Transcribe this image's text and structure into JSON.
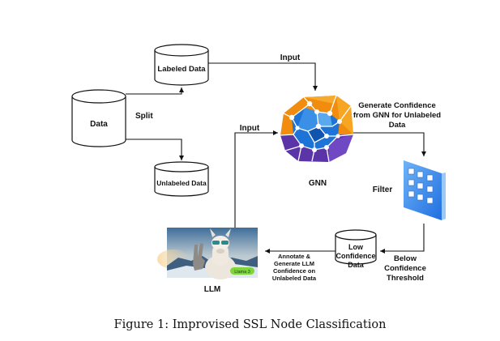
{
  "nodes": {
    "data": "Data",
    "labeled_data": "Labeled Data",
    "unlabeled_data": "Unlabeled Data",
    "gnn": "GNN",
    "filter": "Filter",
    "low_confidence": [
      "Low",
      "Confidence",
      "Data"
    ],
    "llm": "LLM",
    "llm_badge": "Llama 3"
  },
  "edges": {
    "split": "Split",
    "input_top": "Input",
    "input_left": "Input",
    "generate_confidence": [
      "Generate Confidence",
      "from GNN for Unlabeled",
      "Data"
    ],
    "below_threshold": [
      "Below",
      "Confidence",
      "Threshold"
    ],
    "annotate": [
      "Annotate &",
      "Generate LLM",
      "Confidence on",
      "Unlabeled Data"
    ]
  },
  "caption": "Figure 1: Improvised SSL Node Classification"
}
